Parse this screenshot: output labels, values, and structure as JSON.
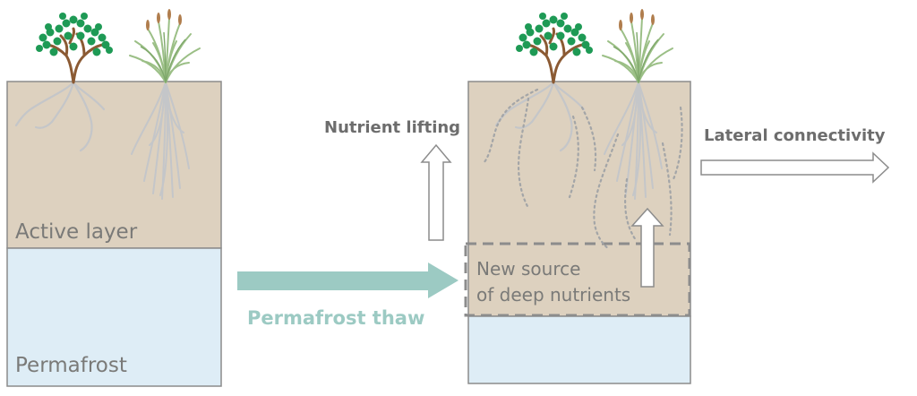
{
  "labels": {
    "active_layer": "Active layer",
    "permafrost": "Permafrost",
    "nutrient_lifting": "Nutrient lifting",
    "lateral_connectivity": "Lateral connectivity",
    "permafrost_thaw": "Permafrost thaw",
    "new_source_line1": "New source",
    "new_source_line2": "of deep nutrients"
  },
  "colors": {
    "soil": "#ddd1bf",
    "permafrost": "#deedf6",
    "box_border": "#8c8c8c",
    "thaw_arrow": "#9ccac3",
    "root": "#c4c6c9",
    "deep_root_dots": "#a3a5a7",
    "tree_trunk": "#8b5a33",
    "tree_leaves": "#1e9a55",
    "grass": "#9bbf86",
    "seed_heads": "#b07d4d",
    "text_gray": "#7a7a78"
  },
  "icons": [
    "shrub-icon",
    "grass-tuft-icon",
    "up-arrow-icon",
    "right-arrow-icon"
  ]
}
